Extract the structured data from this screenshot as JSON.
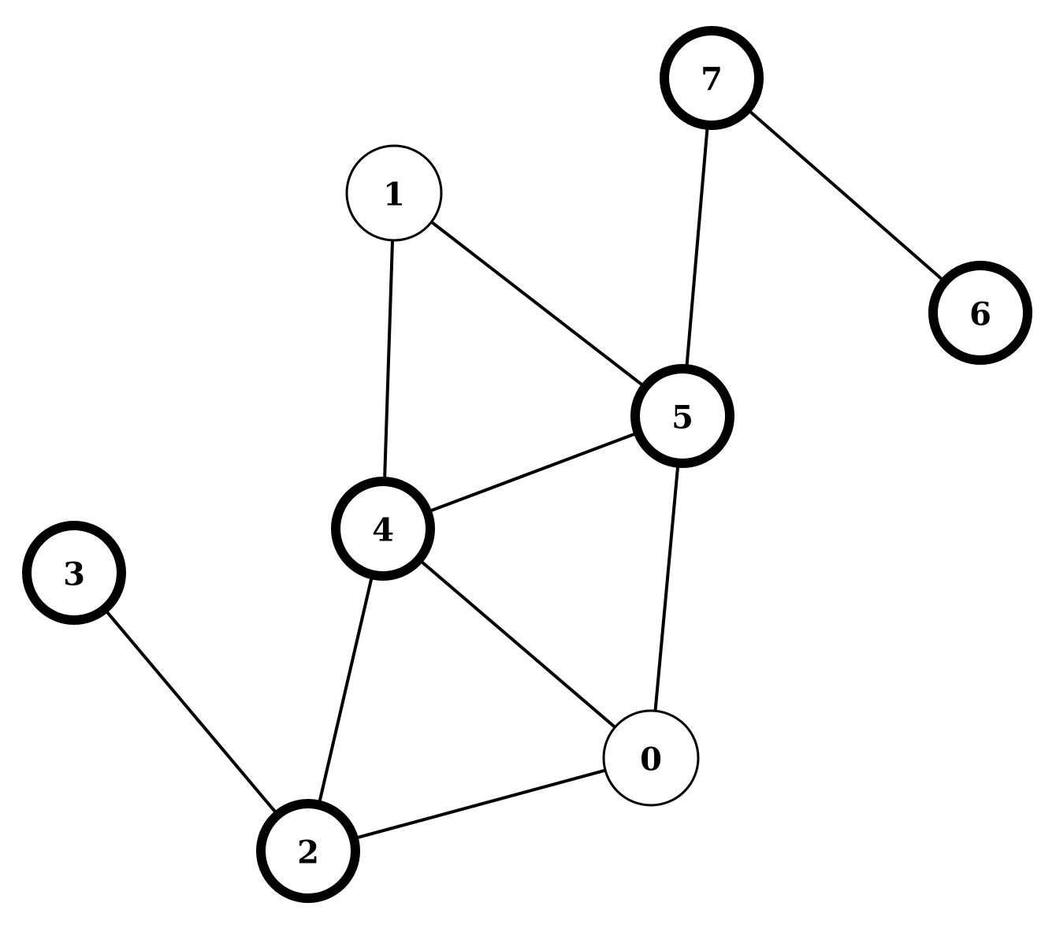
{
  "graph": {
    "nodes": [
      {
        "id": "0",
        "label": "0",
        "highlighted": false
      },
      {
        "id": "1",
        "label": "1",
        "highlighted": false
      },
      {
        "id": "2",
        "label": "2",
        "highlighted": true
      },
      {
        "id": "3",
        "label": "3",
        "highlighted": true
      },
      {
        "id": "4",
        "label": "4",
        "highlighted": true
      },
      {
        "id": "5",
        "label": "5",
        "highlighted": true
      },
      {
        "id": "6",
        "label": "6",
        "highlighted": true
      },
      {
        "id": "7",
        "label": "7",
        "highlighted": true
      }
    ],
    "edges": [
      {
        "source": "1",
        "target": "5"
      },
      {
        "source": "1",
        "target": "4"
      },
      {
        "source": "7",
        "target": "5"
      },
      {
        "source": "7",
        "target": "6"
      },
      {
        "source": "5",
        "target": "4"
      },
      {
        "source": "5",
        "target": "0"
      },
      {
        "source": "4",
        "target": "0"
      },
      {
        "source": "4",
        "target": "2"
      },
      {
        "source": "3",
        "target": "2"
      },
      {
        "source": "2",
        "target": "0"
      }
    ]
  }
}
